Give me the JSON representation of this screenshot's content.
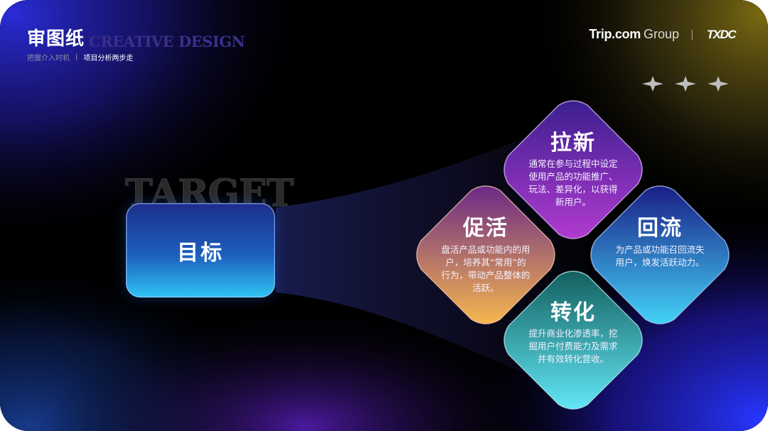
{
  "header": {
    "brand_cn": "审图纸",
    "brand_en": "CREATIVE DESIGN",
    "breadcrumb_1": "把握介入时机",
    "breadcrumb_sep": "|",
    "breadcrumb_2": "项目分析两步走",
    "logo_trip": "Trip.com",
    "logo_group": "Group",
    "logo_divider": "|",
    "logo_txdc": "TXDC"
  },
  "goal": {
    "ghost_text": "TARGET",
    "label": "目标"
  },
  "cards": [
    {
      "title": "拉新",
      "desc_lines": [
        "通常在参与过程中设定",
        "使用产品的功能推广、",
        "玩法、差异化，以获得",
        "新用户。"
      ]
    },
    {
      "title": "促活",
      "desc_lines": [
        "盘活产品或功能内的用",
        "户，培养其“常用”的",
        "行为，带动产品整体的",
        "活跃。"
      ]
    },
    {
      "title": "回流",
      "desc_lines": [
        "为产品或功能召回流失",
        "用户，焕发活跃动力。"
      ]
    },
    {
      "title": "转化",
      "desc_lines": [
        "提升商业化渗透率，挖",
        "掘用户付费能力及需求",
        "并有效转化营收。"
      ]
    }
  ],
  "colors": {
    "lanew": [
      "#3b1f8f",
      "#b13ad0"
    ],
    "cuhuo": [
      "#7a2f86",
      "#f7b24a"
    ],
    "huiliu": [
      "#1b1f8c",
      "#3fd0f5"
    ],
    "zhuanhua": [
      "#176a6a",
      "#5ce6f2"
    ]
  }
}
